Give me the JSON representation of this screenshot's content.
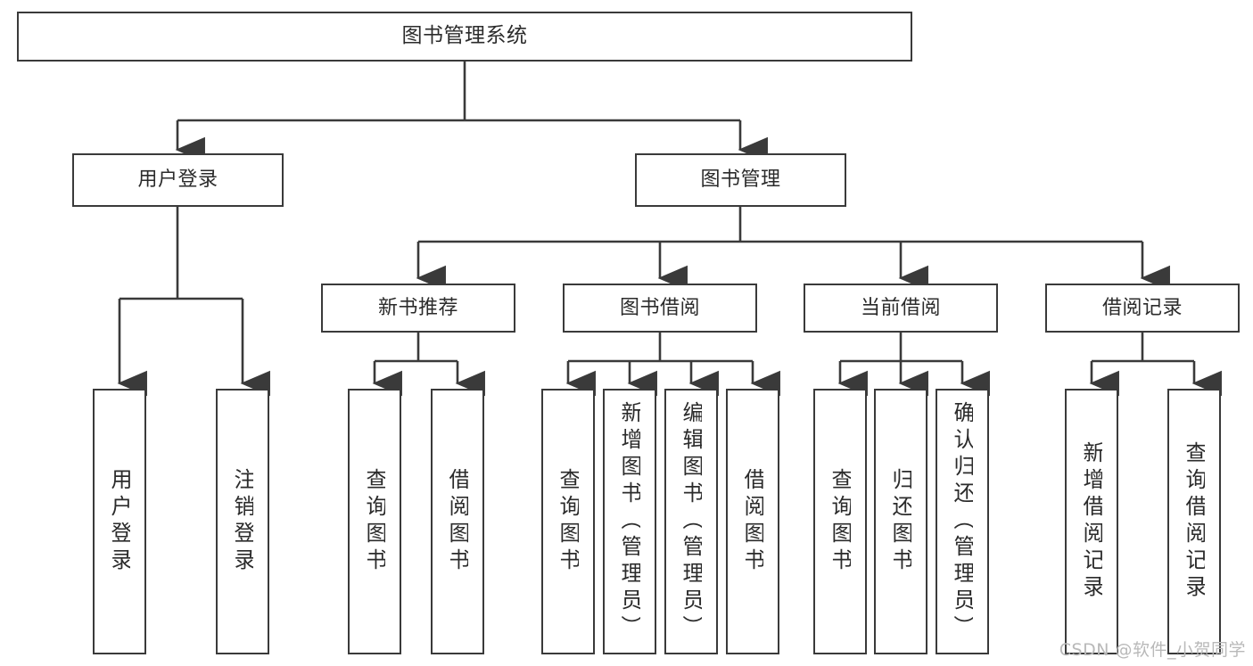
{
  "diagram": {
    "title": "图书管理系统",
    "type": "hierarchy-tree",
    "background_color": "#ffffff",
    "box_border_color": "#3a3a3a",
    "text_color": "#2b2b2b",
    "edge_color": "#3a3a3a"
  },
  "root": {
    "label": "图书管理系统"
  },
  "level1": [
    {
      "label": "用户登录"
    },
    {
      "label": "图书管理"
    }
  ],
  "level2": [
    {
      "label": "新书推荐"
    },
    {
      "label": "图书借阅"
    },
    {
      "label": "当前借阅"
    },
    {
      "label": "借阅记录"
    }
  ],
  "leaves": {
    "user_login": [
      {
        "label": "用户登录"
      },
      {
        "label": "注销登录"
      }
    ],
    "new_book_recommend": [
      {
        "label": "查询图书"
      },
      {
        "label": "借阅图书"
      }
    ],
    "book_borrow": [
      {
        "label": "查询图书"
      },
      {
        "label": "新增图书（管理员）"
      },
      {
        "label": "编辑图书（管理员）"
      },
      {
        "label": "借阅图书"
      }
    ],
    "current_borrow": [
      {
        "label": "查询图书"
      },
      {
        "label": "归还图书"
      },
      {
        "label": "确认归还（管理员）"
      }
    ],
    "borrow_record": [
      {
        "label": "新增借阅记录"
      },
      {
        "label": "查询借阅记录"
      }
    ]
  },
  "watermark": {
    "text": "CSDN @软件_小贺同学"
  }
}
